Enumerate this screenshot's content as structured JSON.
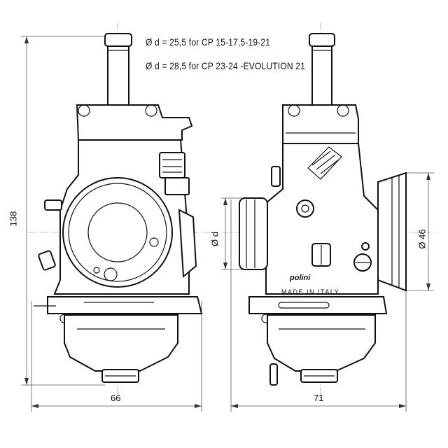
{
  "notes": {
    "line1": "Ø d = 25,5  for CP 15-17,5-19-21",
    "line2": "Ø d = 28,5  for CP 23-24 -EVOLUTION  21"
  },
  "dimensions": {
    "height": "138",
    "width_front": "66",
    "width_side": "71",
    "inlet_diameter": "Ø d",
    "outlet_diameter": "Ø 46"
  },
  "markings": {
    "brand": "polini",
    "origin": "MADE IN ITALY"
  }
}
